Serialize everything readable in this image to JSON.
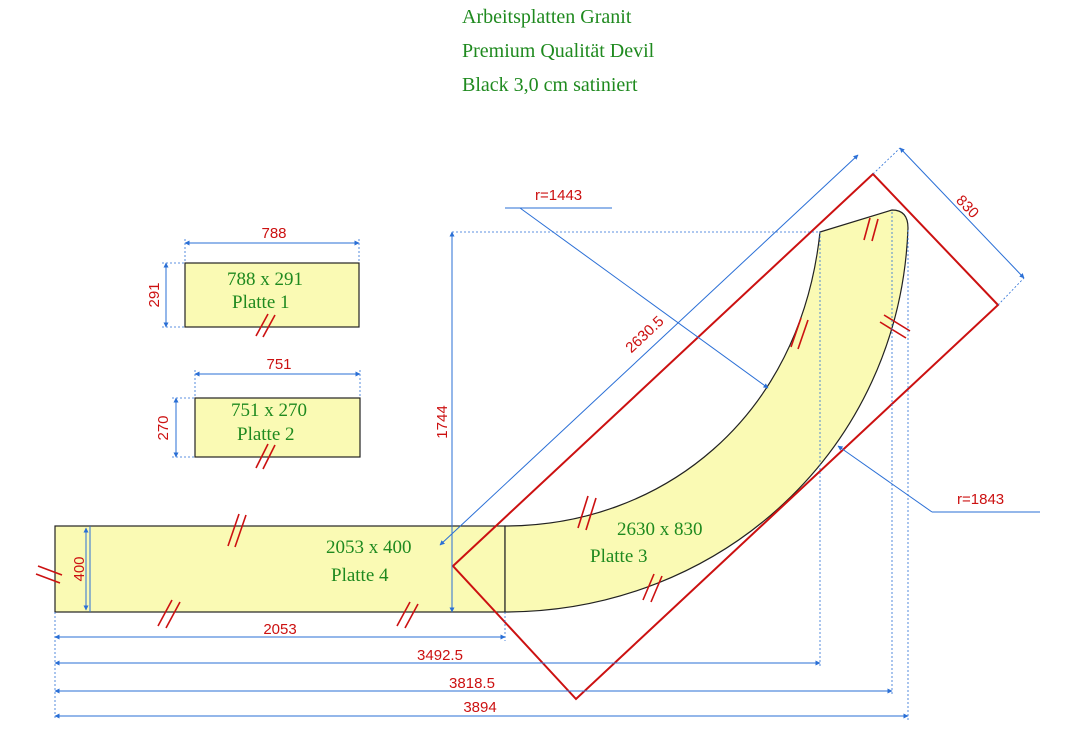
{
  "title": {
    "line1": "Arbeitsplatten Granit",
    "line2": "Premium Qualität Devil",
    "line3": "Black 3,0 cm satiniert"
  },
  "plates": {
    "p1": {
      "size": "788 x 291",
      "name": "Platte 1",
      "width_dim": "788",
      "height_dim": "291"
    },
    "p2": {
      "size": "751 x 270",
      "name": "Platte 2",
      "width_dim": "751",
      "height_dim": "270"
    },
    "p3": {
      "size": "2630 x 830",
      "name": "Platte 3"
    },
    "p4": {
      "size": "2053 x 400",
      "name": "Platte 4",
      "height_dim": "400"
    }
  },
  "dimensions": {
    "d2053": "2053",
    "d3492": "3492.5",
    "d3818": "3818.5",
    "d3894": "3894",
    "d1744": "1744",
    "d2630": "2630.5",
    "d830": "830",
    "r_inner": "r=1443",
    "r_outer": "r=1843"
  },
  "colors": {
    "plate_fill": "#fafab4",
    "outline": "#222222",
    "dimension": "#cc1111",
    "dim_line": "#2a6fd6",
    "label_green": "#1f8a1f"
  }
}
